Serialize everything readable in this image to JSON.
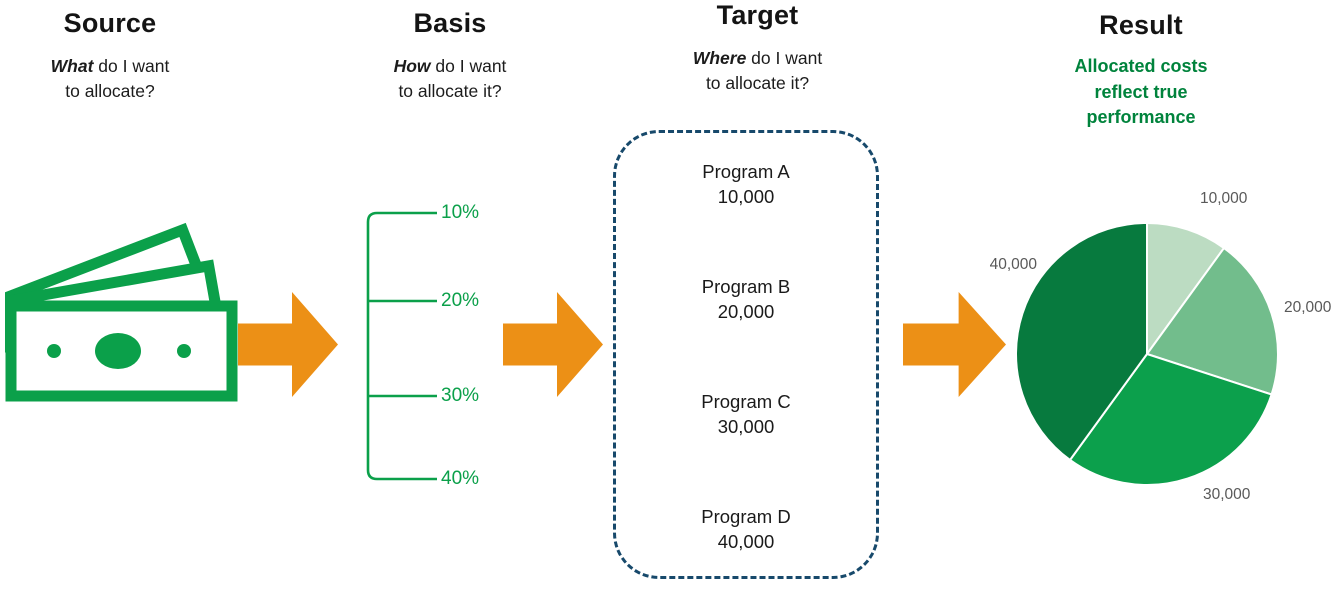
{
  "colors": {
    "green": "#0BA04A",
    "dark_green": "#00833C",
    "orange": "#EC9016",
    "navy": "#17496B",
    "label_gray": "#595959"
  },
  "columns": {
    "source": {
      "title": "Source",
      "q_bold": "What",
      "q_after": " do I want",
      "q_line2": "to allocate?"
    },
    "basis": {
      "title": "Basis",
      "q_bold": "How",
      "q_after": " do I want",
      "q_line2": "to allocate it?",
      "percentages": [
        "10%",
        "20%",
        "30%",
        "40%"
      ]
    },
    "target": {
      "title": "Target",
      "q_bold": "Where",
      "q_after": " do I want",
      "q_line2": "to allocate it?",
      "programs": [
        {
          "name": "Program A",
          "value": "10,000"
        },
        {
          "name": "Program B",
          "value": "20,000"
        },
        {
          "name": "Program C",
          "value": "30,000"
        },
        {
          "name": "Program D",
          "value": "40,000"
        }
      ]
    },
    "result": {
      "title": "Result",
      "subtitle_line1": "Allocated costs",
      "subtitle_line2": "reflect true",
      "subtitle_line3": "performance"
    }
  },
  "chart_data": {
    "type": "pie",
    "labels": [
      "10,000",
      "20,000",
      "30,000",
      "40,000"
    ],
    "values": [
      10000,
      20000,
      30000,
      40000
    ],
    "colors": [
      "#BCDCC2",
      "#72BD8C",
      "#0CA04C",
      "#077A3E"
    ],
    "start_angle_deg": -90,
    "direction": "clockwise",
    "legend": "none",
    "title": ""
  }
}
